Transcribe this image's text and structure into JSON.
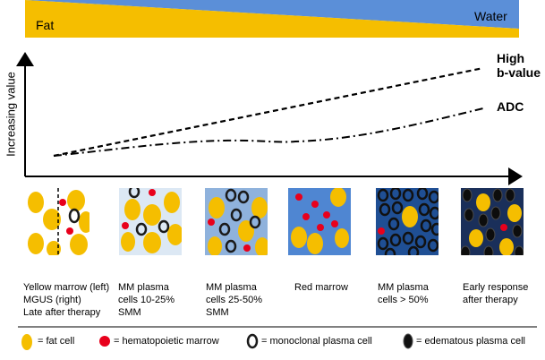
{
  "gradient": {
    "fat_label": "Fat",
    "water_label": "Water",
    "fat_color": "#F5BE00",
    "water_color": "#5B8FD8"
  },
  "chart": {
    "y_axis_label": "Increasing value",
    "curves": [
      {
        "label_line1": "High",
        "label_line2": "b-value",
        "style": "dashed"
      },
      {
        "label_line1": "ADC",
        "label_line2": "",
        "style": "dash-dot"
      }
    ]
  },
  "panels": [
    {
      "caption": "Yellow marrow (left)\nMGUS (right)\nLate after therapy",
      "background": "#FFFFFF"
    },
    {
      "caption": "MM plasma\ncells 10-25%\nSMM",
      "background": "#DCE8F4"
    },
    {
      "caption": "MM plasma\ncells 25-50%\nSMM",
      "background": "#8FB2DC"
    },
    {
      "caption": "Red marrow",
      "background": "#4F86D2"
    },
    {
      "caption": "MM plasma\ncells > 50%",
      "background": "#1F4F94"
    },
    {
      "caption": "Early response\nafter therapy",
      "background": "#1A2F5A"
    }
  ],
  "legend": [
    {
      "icon": "fat-cell-icon",
      "label": "= fat cell"
    },
    {
      "icon": "hematopoietic-marrow-icon",
      "label": "= hematopoietic marrow"
    },
    {
      "icon": "monoclonal-plasma-cell-icon",
      "label": "= monoclonal plasma cell"
    },
    {
      "icon": "edematous-plasma-cell-icon",
      "label": "= edematous plasma cell"
    }
  ],
  "colors": {
    "fat_cell": "#F5BE00",
    "marrow": "#E8001C",
    "plasma_ring": "#1A1A1A"
  }
}
